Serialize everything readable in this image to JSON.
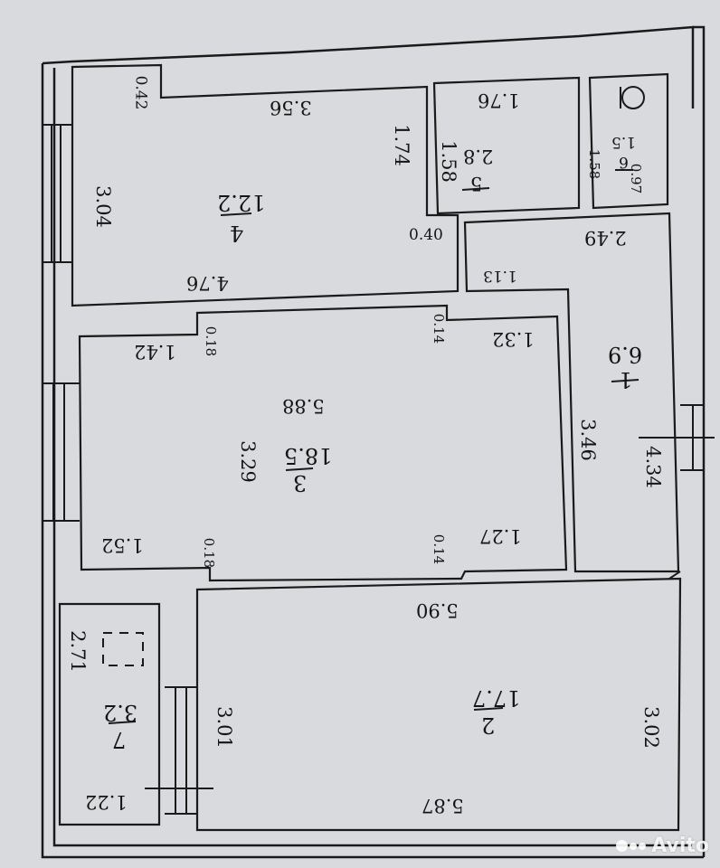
{
  "plan": {
    "rooms": [
      {
        "number": "4",
        "area": "12.2"
      },
      {
        "number": "5",
        "area": "2.8"
      },
      {
        "number": "6",
        "area": "1.5"
      },
      {
        "number": "1",
        "area": "6.9"
      },
      {
        "number": "3",
        "area": "18.5"
      },
      {
        "number": "2",
        "area": "17.7"
      },
      {
        "number": "7",
        "area": "3.2"
      }
    ],
    "dimensions": {
      "d042": "0.42",
      "d356": "3.56",
      "d176": "1.76",
      "d174": "1.74",
      "d158a": "1.58",
      "d158b": "1.58",
      "d097": "0.97",
      "d304": "3.04",
      "d040": "0.40",
      "d249": "2.49",
      "d476": "4.76",
      "d113": "1.13",
      "d018a": "0.18",
      "d014a": "0.14",
      "d132": "1.32",
      "d142": "1.42",
      "d588": "5.88",
      "d346": "3.46",
      "d434": "4.34",
      "d329": "3.29",
      "d152": "1.52",
      "d018b": "0.18",
      "d014b": "0.14",
      "d127": "1.27",
      "d590": "5.90",
      "d271": "2.71",
      "d301": "3.01",
      "d302": "3.02",
      "d122": "1.22",
      "d587": "5.87"
    }
  },
  "watermark": {
    "text": "Avito"
  }
}
